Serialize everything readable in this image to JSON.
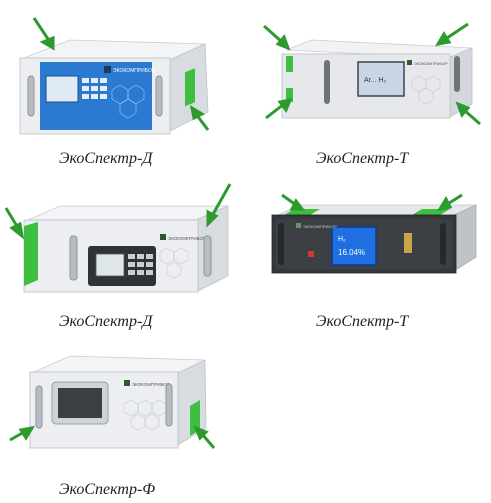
{
  "captions": {
    "p1": "ЭкоСпектр-Д",
    "p2": "ЭкоСпектр-Т",
    "p3": "ЭкоСпектр-Д",
    "p4": "ЭкоСпектр-Т",
    "p5": "ЭкоСпектр-Ф"
  },
  "brand": "ЭКОКОМПРИБОР",
  "screens": {
    "p2_text": "Ar... H₂",
    "p4_gas": "H₂",
    "p4_value": "16.04%"
  },
  "colors": {
    "arrow": "#2e9a2e",
    "port": "#3fbf3f",
    "chassis": "#e9ebee",
    "blue_panel": "#2a7ad1",
    "dark_panel": "#2f3236"
  },
  "icons": [
    "green-arrow-icon"
  ]
}
